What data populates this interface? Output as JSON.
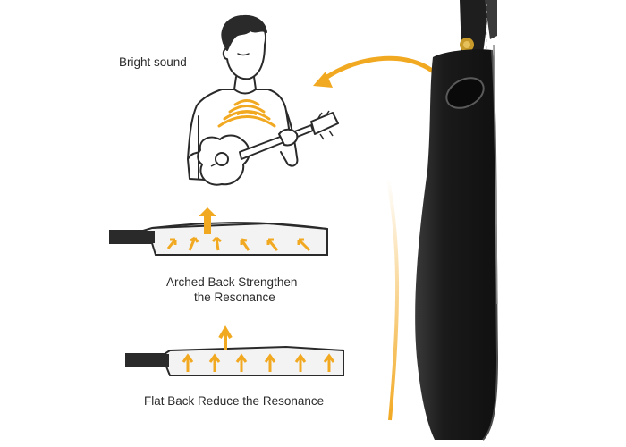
{
  "labels": {
    "bright_sound": "Bright sound",
    "arched_back_line1": "Arched Back Strengthen",
    "arched_back_line2": "the Resonance",
    "flat_back": "Flat Back Reduce the Resonance"
  },
  "colors": {
    "accent_orange": "#f2a922",
    "line_dark": "#2a2a2a",
    "guitar_body": "#1c1c1c",
    "body_plate": "#f3f3f3"
  },
  "icons": [
    "person-with-ukulele-icon",
    "sound-waves-icon",
    "arched-back-diagram",
    "flat-back-diagram",
    "curved-pointer-arrow-icon",
    "ukulele-side-view-image"
  ]
}
